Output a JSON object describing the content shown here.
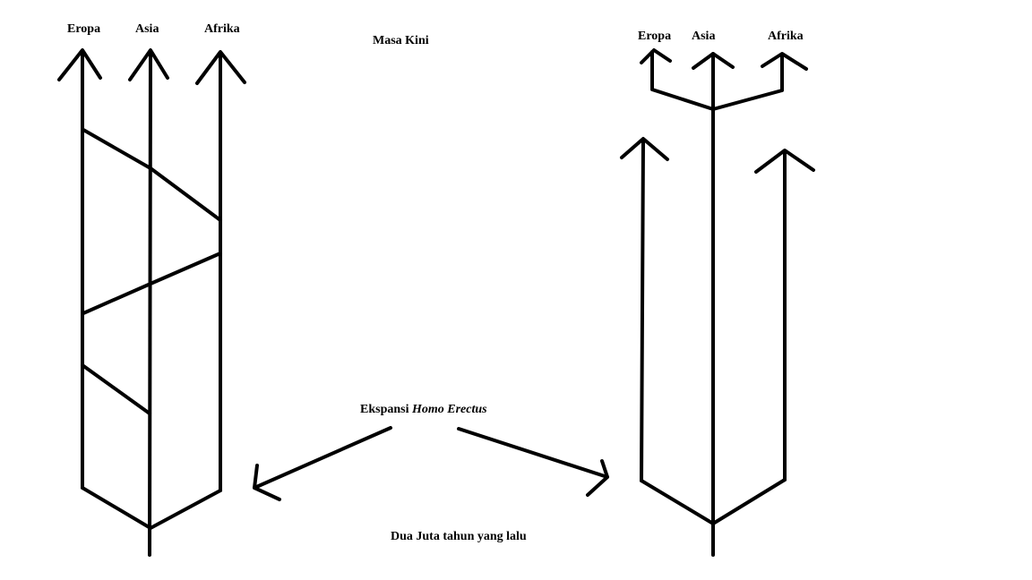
{
  "labels": {
    "present": "Masa Kini",
    "past": "Dua Juta tahun yang lalu",
    "expansion_prefix": "Ekspansi ",
    "expansion_species": "Homo Erectus"
  },
  "left_model": {
    "regions": [
      "Eropa",
      "Asia",
      "Afrika"
    ]
  },
  "right_model": {
    "regions": [
      "Eropa",
      "Asia",
      "Afrika"
    ]
  },
  "colors": {
    "ink": "#000000",
    "background": "#ffffff"
  }
}
